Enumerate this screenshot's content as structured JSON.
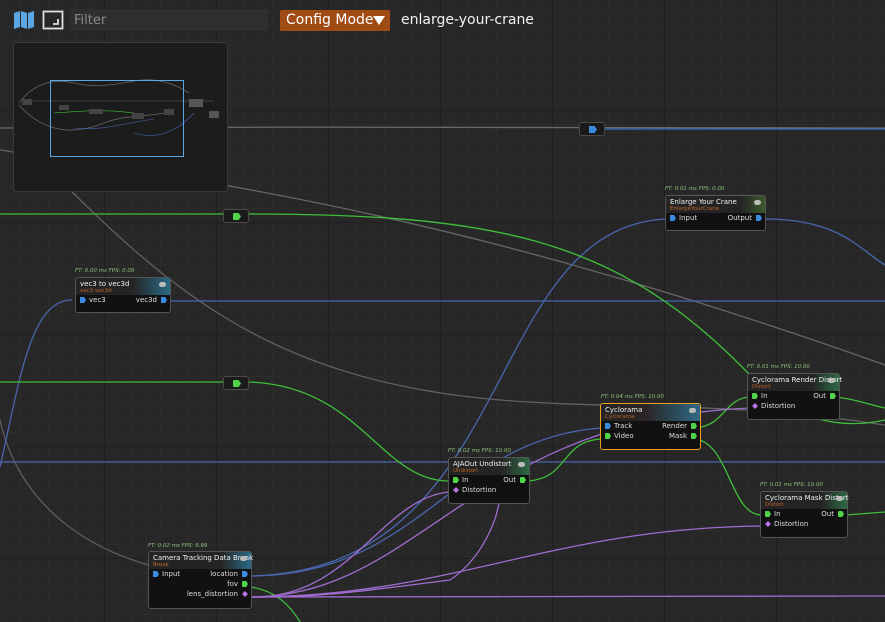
{
  "toolbar": {
    "map_icon": "map-icon",
    "frame_icon": "frame-icon",
    "filter_placeholder": "Filter",
    "mode_label": "Config Mode",
    "breadcrumb": "enlarge-your-crane"
  },
  "colors": {
    "mode_button": "#a04a14",
    "green_wire": "#3fbf3a",
    "blue_wire": "#4a66b0",
    "purple_wire": "#a06cd0",
    "gray_wire": "#6a6a6a",
    "selection": "#f0a020"
  },
  "nodes": {
    "enlarge": {
      "stat": "FT: 0.01 ms FPS: 0.00",
      "title": "Enlarge Your Crane",
      "subtitle": "EnlargeYourCrane",
      "in": "Input",
      "out": "Output"
    },
    "vec3": {
      "stat": "FT: 0.00 ms FPS: 0.00",
      "title": "vec3 to vec3d",
      "subtitle": "vec3 vec3d",
      "in": "vec3",
      "out": "vec3d"
    },
    "render_distort": {
      "stat": "FT: 0.01 ms FPS: 10.00",
      "title": "Cyclorama Render Distort",
      "subtitle": "Distort",
      "in1": "In",
      "out1": "Out",
      "in2": "Distortion"
    },
    "cyclorama": {
      "stat": "FT: 0.04 ms FPS: 10.00",
      "title": "Cyclorama",
      "subtitle": "Cyclorama",
      "in1": "Track",
      "out1": "Render",
      "in2": "Video",
      "out2": "Mask"
    },
    "undistort": {
      "stat": "FT: 0.02 ms FPS: 10.00",
      "title": "AJAOut Undistort",
      "subtitle": "Undistort",
      "in1": "In",
      "out1": "Out",
      "in2": "Distortion"
    },
    "mask_distort": {
      "stat": "FT: 0.01 ms FPS: 10.00",
      "title": "Cyclorama Mask Distort",
      "subtitle": "Distort",
      "in1": "In",
      "out1": "Out",
      "in2": "Distortion"
    },
    "camera": {
      "stat": "FT: 0.02 ms FPS: 9.99",
      "title": "Camera Tracking Data Break",
      "subtitle": "Break",
      "in1": "Input",
      "out1": "location",
      "out2": "fov",
      "out3": "lens_distortion"
    }
  }
}
